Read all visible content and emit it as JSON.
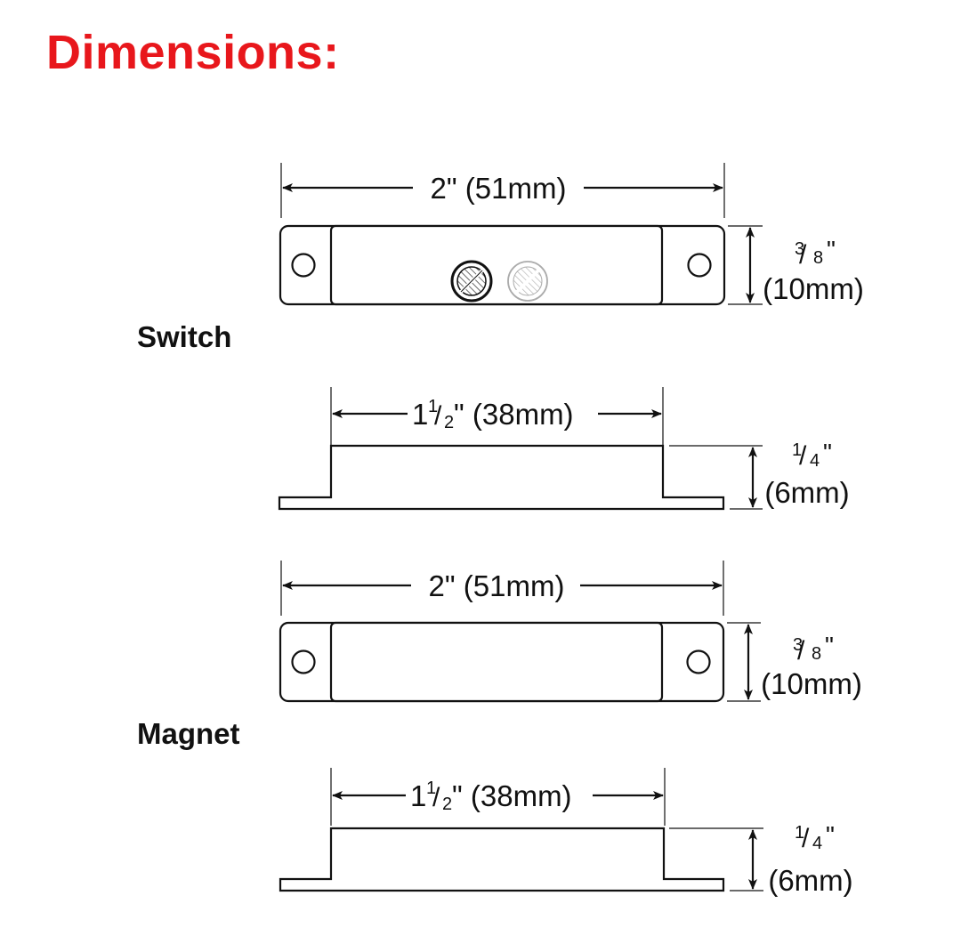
{
  "title": "Dimensions:",
  "title_color": "#e8171c",
  "parts": {
    "switch": "Switch",
    "magnet": "Magnet"
  },
  "dims": {
    "switch_top_width": "2\" (51mm)",
    "switch_top_height_frac_num": "3",
    "switch_top_height_frac_den": "8",
    "switch_top_height_inch": "\"",
    "switch_top_height_mm": "(10mm)",
    "switch_side_width_whole": "1",
    "switch_side_width_num": "1",
    "switch_side_width_den": "2",
    "switch_side_width_rest": "\" (38mm)",
    "switch_side_height_num": "1",
    "switch_side_height_den": "4",
    "switch_side_height_inch": "\"",
    "switch_side_height_mm": "(6mm)",
    "magnet_top_width": "2\" (51mm)",
    "magnet_top_height_frac_num": "3",
    "magnet_top_height_frac_den": "8",
    "magnet_top_height_inch": "\"",
    "magnet_top_height_mm": "(10mm)",
    "magnet_side_width_whole": "1",
    "magnet_side_width_num": "1",
    "magnet_side_width_den": "2",
    "magnet_side_width_rest": "\" (38mm)",
    "magnet_side_height_num": "1",
    "magnet_side_height_den": "4",
    "magnet_side_height_inch": "\"",
    "magnet_side_height_mm": "(6mm)"
  }
}
